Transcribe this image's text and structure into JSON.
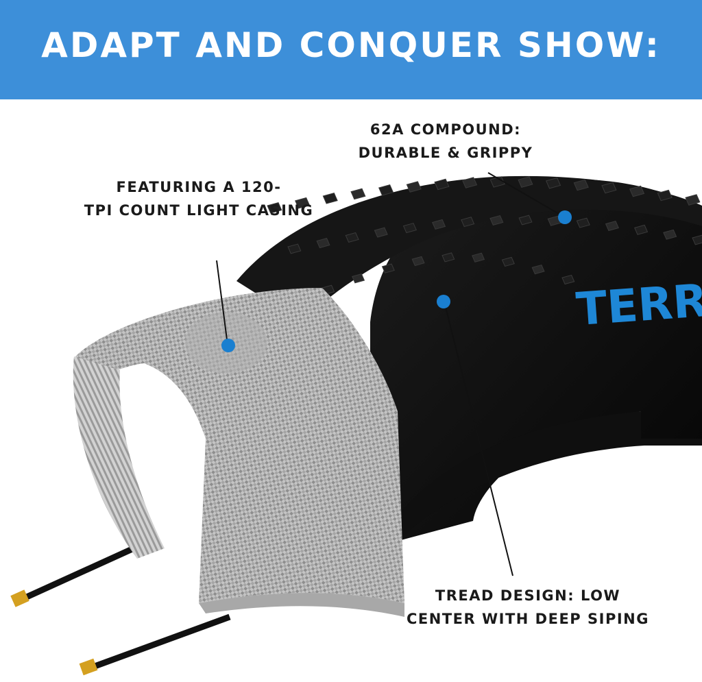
{
  "banner": {
    "title": "ADAPT AND CONQUER SHOW:"
  },
  "callouts": {
    "compound": {
      "line1": "62A COMPOUND:",
      "line2": "DURABLE & GRIPPY"
    },
    "casing": {
      "line1": "FEATURING A 120-",
      "line2": "TPI COUNT LIGHT CASING"
    },
    "tread": {
      "line1": "TREAD DESIGN: LOW",
      "line2": "CENTER WITH DEEP SIPING"
    }
  },
  "tire": {
    "sidewall_text": "TERRE"
  },
  "colors": {
    "banner": "#3d8fd9",
    "marker": "#1a7fd0",
    "tire": "#0b0b0b",
    "casing": "#b9b9b9",
    "sidewall_text": "#1e87d6"
  }
}
